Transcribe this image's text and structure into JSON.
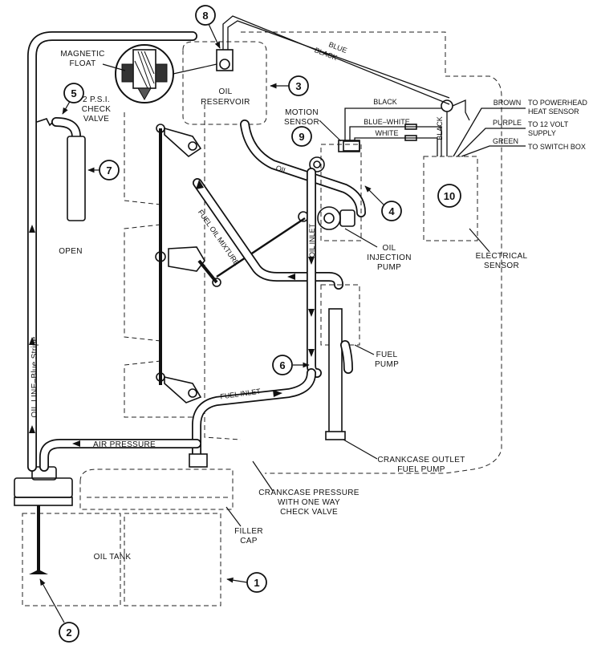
{
  "labels": {
    "magnetic_float": [
      "MAGNETIC",
      "FLOAT"
    ],
    "oil_reservoir": [
      "OIL",
      "RESERVOIR"
    ],
    "check_valve": [
      "2 P.S.I.",
      "CHECK",
      "VALVE"
    ],
    "open": "OPEN",
    "oil_line": "OIL LINE–Blue Stripe",
    "motion_sensor": [
      "MOTION",
      "SENSOR"
    ],
    "oil_tube": "OIL",
    "fuel_oil_mixture": "FUEL OIL MIXTURE",
    "oil_inlet": "OIL INLET",
    "oil_injection_pump": [
      "OIL",
      "INJECTION",
      "PUMP"
    ],
    "electrical_sensor": [
      "ELECTRICAL",
      "SENSOR"
    ],
    "fuel_pump": [
      "FUEL",
      "PUMP"
    ],
    "fuel_inlet": "FUEL INLET",
    "air_pressure": "AIR PRESSURE",
    "crankcase_outlet": [
      "CRANKCASE OUTLET",
      "FUEL PUMP"
    ],
    "crankcase_pressure": [
      "CRANKCASE PRESSURE",
      "WITH ONE WAY",
      "CHECK VALVE"
    ],
    "filler_cap": [
      "FILLER",
      "CAP"
    ],
    "oil_tank": "OIL TANK"
  },
  "wires": {
    "blue": "BLUE",
    "black_top": "BLACK",
    "black_mid": "BLACK",
    "black_vertical": "BLACK",
    "blue_white": "BLUE–WHITE",
    "white": "WHITE",
    "brown": "BROWN",
    "purple": "PURPLE",
    "green": "GREEN"
  },
  "wire_destinations": {
    "powerhead": [
      "TO POWERHEAD",
      "HEAT SENSOR"
    ],
    "volt_supply": [
      "TO 12 VOLT",
      "SUPPLY"
    ],
    "switch_box": "TO SWITCH BOX"
  },
  "callouts": {
    "c1": "1",
    "c2": "2",
    "c3": "3",
    "c4": "4",
    "c5": "5",
    "c6": "6",
    "c7": "7",
    "c8": "8",
    "c9": "9",
    "c10": "10"
  }
}
